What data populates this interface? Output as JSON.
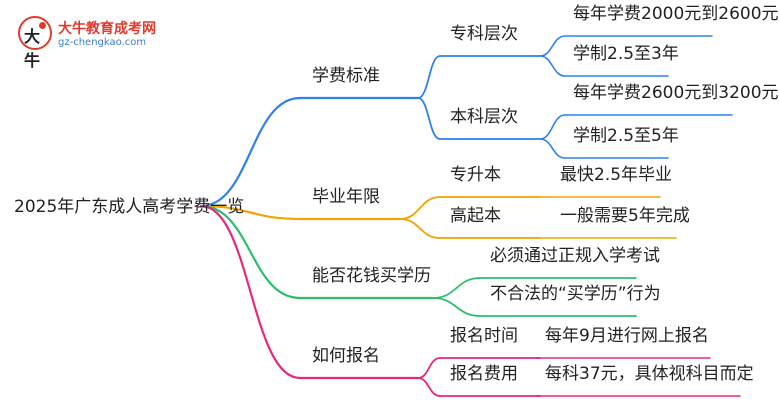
{
  "logo": {
    "name": "大牛教育成考网",
    "url": "gz-chengkao.com",
    "mark_text": "大牛"
  },
  "root": {
    "label": "2025年广东成人高考学费一览"
  },
  "branches": [
    {
      "label": "学费标准",
      "color": "#2f80ed",
      "children": [
        {
          "label": "专科层次",
          "children": [
            "每年学费2000元到2600元",
            "学制2.5至3年"
          ]
        },
        {
          "label": "本科层次",
          "children": [
            "每年学费2600元到3200元",
            "学制2.5至5年"
          ]
        }
      ]
    },
    {
      "label": "毕业年限",
      "color": "#f0a500",
      "children": [
        {
          "label": "专升本",
          "children": [
            "最快2.5年毕业"
          ]
        },
        {
          "label": "高起本",
          "children": [
            "一般需要5年完成"
          ]
        }
      ]
    },
    {
      "label": "能否花钱买学历",
      "color": "#2dbe6c",
      "children": [
        {
          "label": "必须通过正规入学考试",
          "children": []
        },
        {
          "label": "不合法的“买学历”行为",
          "children": []
        }
      ]
    },
    {
      "label": "如何报名",
      "color": "#e8287a",
      "children": [
        {
          "label": "报名时间",
          "children": [
            "每年9月进行网上报名"
          ]
        },
        {
          "label": "报名费用",
          "children": [
            "每科37元，具体视科目而定"
          ]
        }
      ]
    }
  ]
}
